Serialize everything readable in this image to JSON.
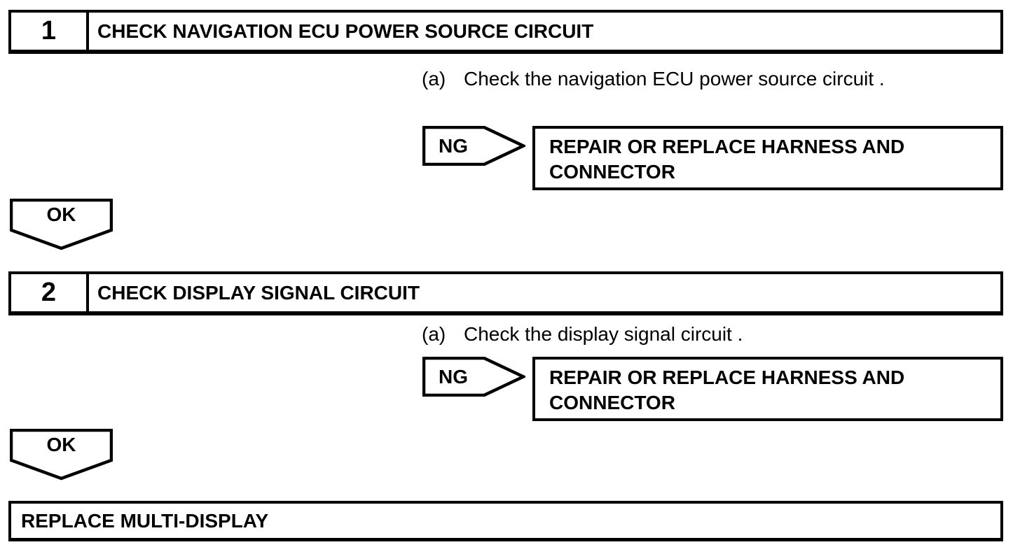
{
  "page": {
    "background": "#ffffff",
    "line_color": "#000000"
  },
  "flowchart": {
    "steps": [
      {
        "number": "1",
        "title": "CHECK NAVIGATION ECU POWER SOURCE CIRCUIT",
        "instruction_label": "(a)",
        "instruction": "Check the navigation ECU power source circuit .",
        "ng_label": "NG",
        "ng_action_lines": [
          "REPAIR OR REPLACE HARNESS AND",
          "CONNECTOR"
        ],
        "ok_label": "OK"
      },
      {
        "number": "2",
        "title": "CHECK DISPLAY SIGNAL CIRCUIT",
        "instruction_label": "(a)",
        "instruction": "Check the display signal circuit .",
        "ng_label": "NG",
        "ng_action_lines": [
          "REPAIR OR REPLACE HARNESS AND",
          "CONNECTOR"
        ],
        "ok_label": "OK"
      }
    ],
    "final_action": "REPLACE MULTI-DISPLAY"
  }
}
